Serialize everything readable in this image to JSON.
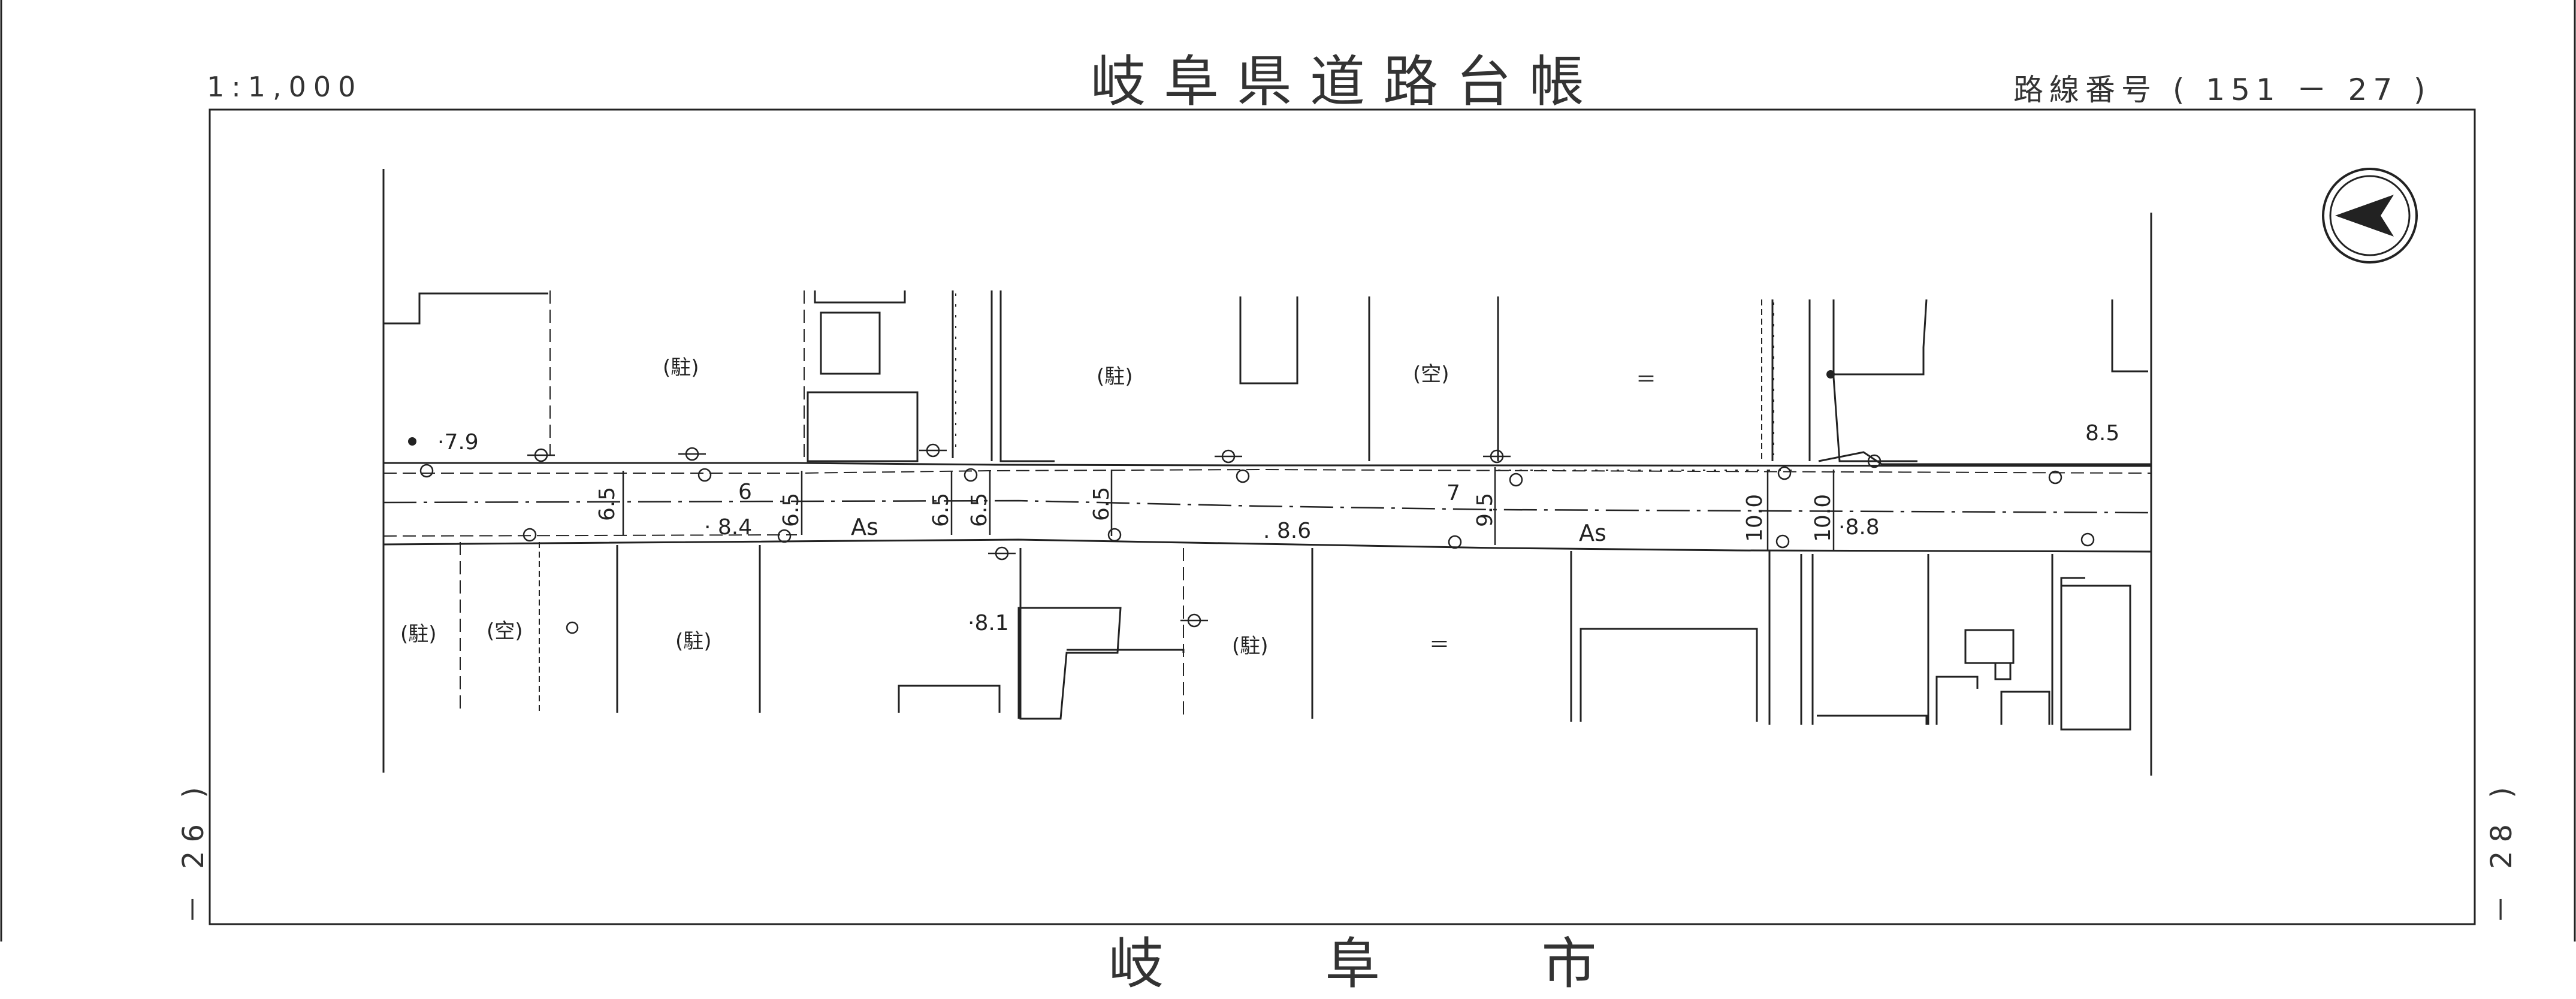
{
  "header": {
    "scale": "1:1,000",
    "title": "岐阜県道路台帳",
    "route": "路線番号 ( 151 － 27 )"
  },
  "sheet_refs": {
    "left": "－ 26 )",
    "right": "－ 28 )"
  },
  "bottom_title": "岐 阜 市",
  "map": {
    "parcels": {
      "parking_1": "(駐)",
      "parking_2": "(駐)",
      "vacant_1": "(空)",
      "parking_3": "(駐)",
      "vacant_2": "(空)",
      "parking_4": "(駐)",
      "parking_5": "(駐)",
      "rice_1": "＝",
      "rice_2": "＝"
    },
    "surface": {
      "as_1": "As",
      "as_2": "As"
    },
    "elevations": {
      "e79": "·7.9",
      "e84": "· 8.4",
      "e86": ". 8.6",
      "e81": "·8.1",
      "e85": "8.5",
      "e88": "·8.8"
    },
    "widths": {
      "w1": "6.5",
      "w2": "6",
      "w3": "6.5",
      "w4": "6.5",
      "w5": "6.5",
      "w6": "6.5",
      "w7": "7",
      "w8": "9.5",
      "w9": "10.0",
      "w10": "10.0"
    },
    "symbols": {
      "north_arrow": "north-arrow-icon",
      "pole": "utility-pole-icon",
      "telephone_pole": "telephone-pole-icon",
      "manhole": "manhole-icon"
    }
  }
}
